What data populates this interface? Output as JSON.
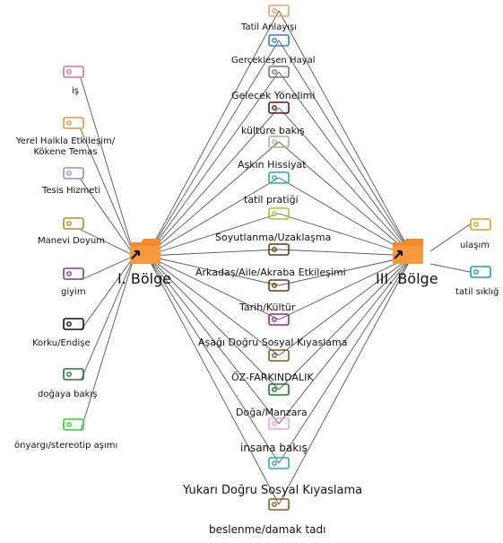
{
  "hubs": {
    "left": {
      "label": "I. Bölge",
      "color": "#f58a2a"
    },
    "right": {
      "label": "III. Bölge",
      "color": "#f58a2a"
    }
  },
  "left_nodes": [
    {
      "label": "iş",
      "color": "#e07090"
    },
    {
      "label": "Yerel Halkla Etkileşim/\nKökene Temas",
      "color": "#e09a30"
    },
    {
      "label": "Tesis Hizmeti",
      "color": "#9a8ad0"
    },
    {
      "label": "Manevi Doyum",
      "color": "#b09020"
    },
    {
      "label": "giyim",
      "color": "#7a3aa0"
    },
    {
      "label": "Korku/Endişe",
      "color": "#111111"
    },
    {
      "label": "doğaya bakış",
      "color": "#1f7a28"
    },
    {
      "label": "önyargı/stereotip aşımı",
      "color": "#22dd22"
    }
  ],
  "center_nodes": [
    {
      "label": "Tatil Anlayışı",
      "color": "#f5a070"
    },
    {
      "label": "Gerçekleşen Hayal",
      "color": "#3a7ad8"
    },
    {
      "label": "Gelecek Yönelimi",
      "color": "#777777"
    },
    {
      "label": "kültüre bakış",
      "color": "#6a1010"
    },
    {
      "label": "Aşkın Hissiyat",
      "color": "#b0b090"
    },
    {
      "label": "tatil pratiği",
      "color": "#20b0b8"
    },
    {
      "label": "Soyutlanma/Uzaklaşma",
      "color": "#a8c830"
    },
    {
      "label": "Arkadaş/Aile/Akraba Etkileşimi",
      "color": "#6a3a0a"
    },
    {
      "label": "Tarih/Kültür",
      "color": "#6a3a0a"
    },
    {
      "label": "Aşağı Doğru Sosyal Kıyaslama",
      "color": "#a020a0"
    },
    {
      "label": "ÖZ-FARKINDALIK",
      "color": "#8a5a20"
    },
    {
      "label": "Doğa/Manzara",
      "color": "#1f7a28"
    },
    {
      "label": "insana bakış",
      "color": "#f0a0e0"
    },
    {
      "label": "Yukarı Doğru Sosyal Kıyaslama",
      "color": "#20b0c0"
    },
    {
      "label": "beslenme/damak tadı",
      "color": "#8a5a20"
    }
  ],
  "right_nodes": [
    {
      "label": "ulaşım",
      "color": "#e0a020"
    },
    {
      "label": "tatil sıklığ",
      "color": "#20a0a0"
    }
  ]
}
